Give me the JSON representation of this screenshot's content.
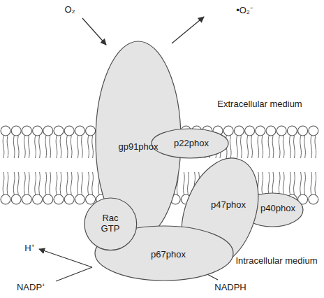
{
  "diagram": {
    "nodes": [
      {
        "text": [
          "gp91phox"
        ]
      },
      {
        "text": [
          "p22phox"
        ]
      },
      {
        "text": [
          "Rac GTP"
        ]
      },
      {
        "text": [
          "p47phox"
        ]
      },
      {
        "text": [
          "p40phox"
        ]
      },
      {
        "text": [
          "p67phox"
        ]
      }
    ],
    "labels": [
      "O₂",
      "•O₂⁻",
      "Extracellular medium",
      "Intracellular medium",
      "H⁺",
      "NADP⁺",
      "NADPH"
    ]
  }
}
